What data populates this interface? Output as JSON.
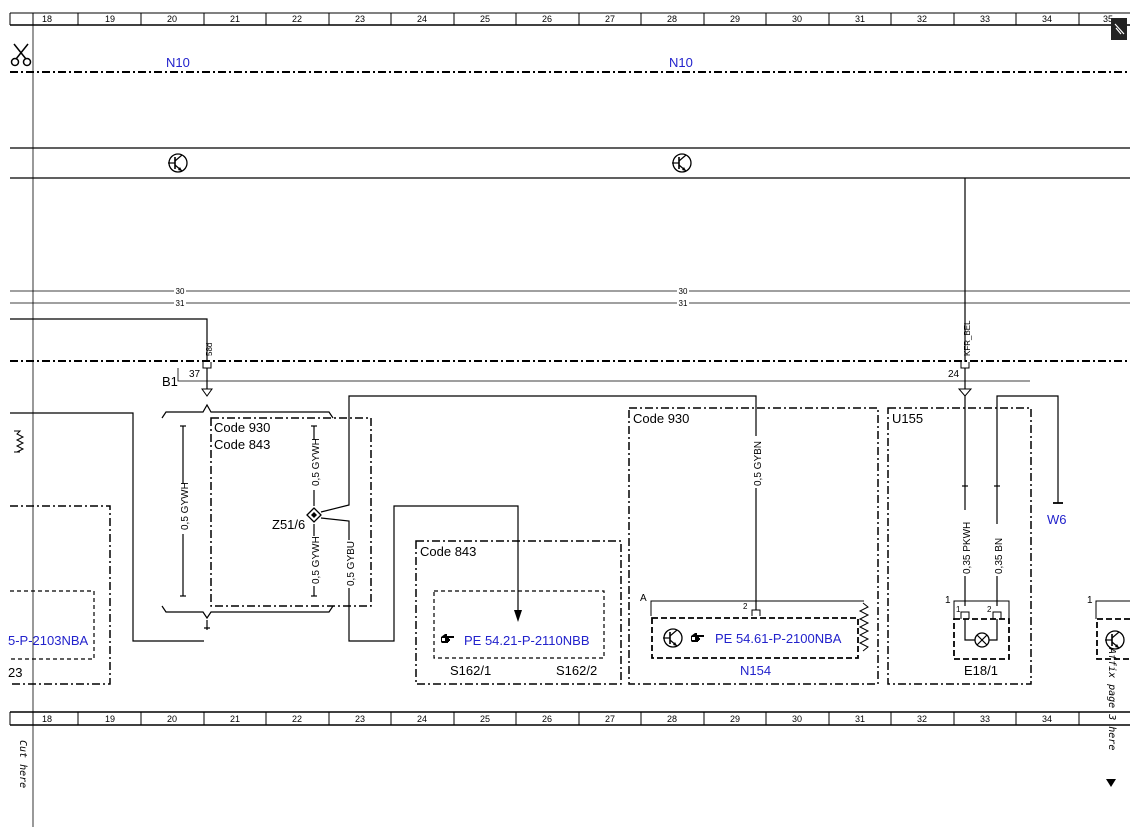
{
  "ruler": {
    "numbers": [
      "18",
      "19",
      "20",
      "21",
      "22",
      "23",
      "24",
      "25",
      "26",
      "27",
      "28",
      "29",
      "30",
      "31",
      "32",
      "33",
      "34"
    ],
    "edge_number": "35"
  },
  "labels": {
    "n10_left": "N10",
    "n10_right": "N10",
    "wire_30_left": "30",
    "wire_31_left": "31",
    "wire_30_right": "30",
    "wire_31_right": "31",
    "pin_58d": "58d",
    "pin_37": "37",
    "b1": "B1",
    "kfr_bel": "KFR_BEL",
    "pin_24": "24",
    "code930_a": "Code 930",
    "code843_a": "Code 843",
    "code843_b": "Code 843",
    "code930_b": "Code 930",
    "u155": "U155",
    "wire_gywh_1": "0,5 GYWH",
    "wire_gywh_2": "0,5 GYWH",
    "wire_gywh_3": "0,5 GYWH",
    "wire_gybu": "0,5 GYBU",
    "wire_gybn": "0,5 GYBN",
    "wire_pkwh": "0,35 PKWH",
    "wire_bn": "0,35 BN",
    "z51_6": "Z51/6",
    "w6": "W6",
    "ref_2103": "5-P-2103NBA",
    "ref_2110": "PE 54.21-P-2110NBB",
    "ref_2100": "PE 54.61-P-2100NBA",
    "s162_1": "S162/1",
    "s162_2": "S162/2",
    "n154": "N154",
    "e18_1": "E18/1",
    "pin_a": "A",
    "pin_2_n154": "2",
    "pin_1_e18": "1",
    "pin_1_in_e18": "1",
    "pin_2_in_e18": "2",
    "pin_1_right": "1",
    "left_partial": "23",
    "cut_here": "Cut here",
    "affix_page": "Affix page 3 here"
  },
  "icons": {
    "scissors": "scissors-icon",
    "corner": "page-corner-icon",
    "hand": "pointing-hand-icon",
    "transistor": "transistor-icon",
    "lamp": "lamp-icon"
  },
  "colors": {
    "reference": "#2222cc",
    "line": "#000000"
  }
}
